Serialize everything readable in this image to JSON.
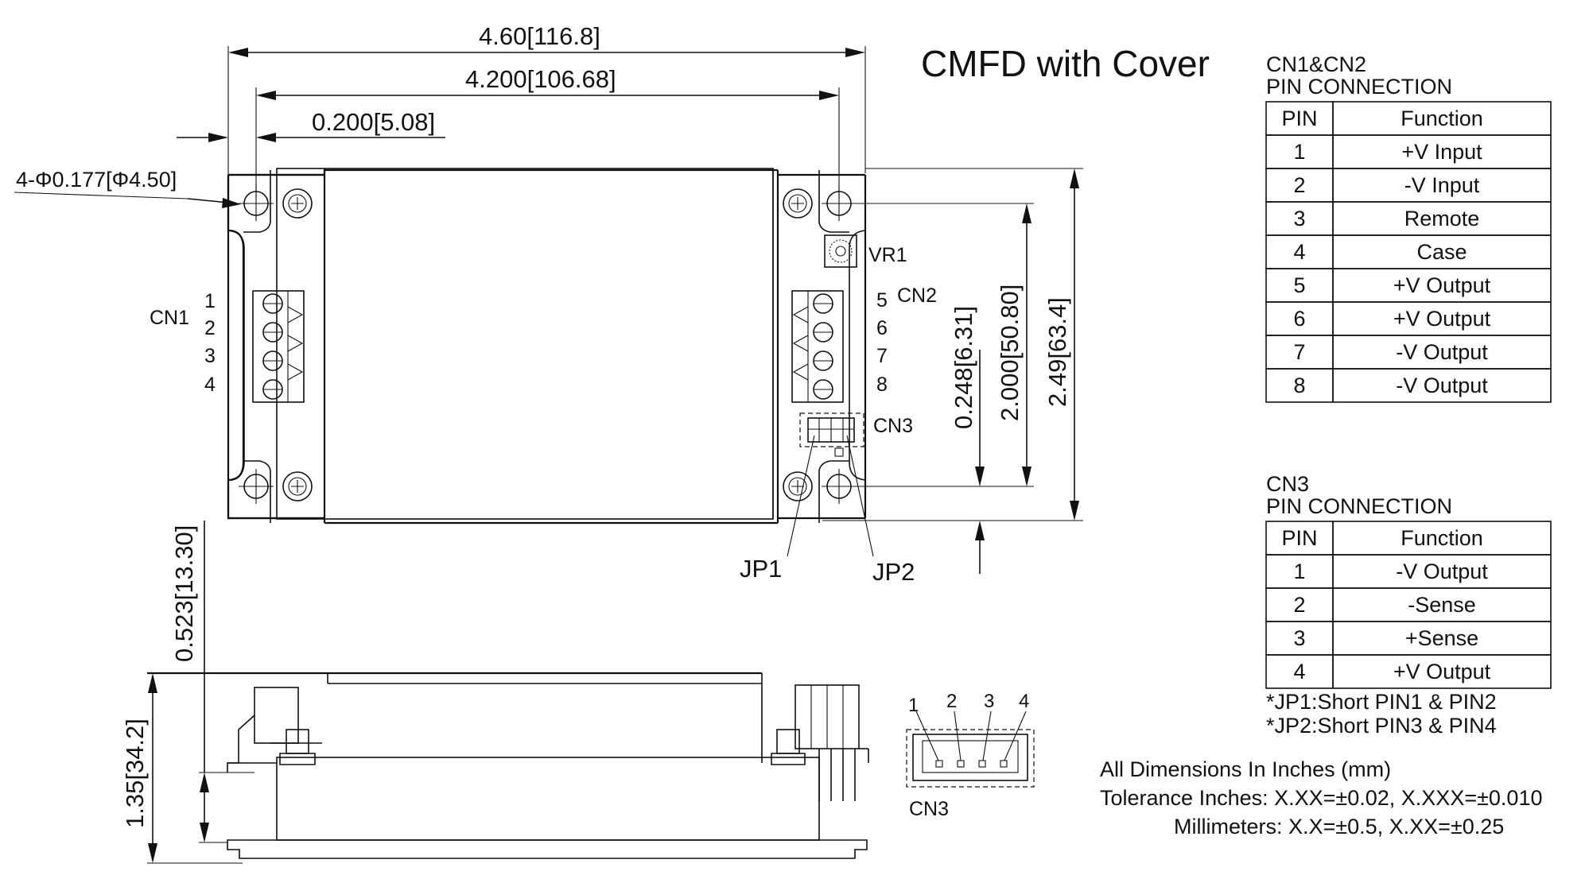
{
  "title": "CMFD with Cover",
  "dims": {
    "overall_width": "4.60[116.8]",
    "hole_spacing": "4.200[106.68]",
    "hole_offset": "0.200[5.08]",
    "mount_holes": "4-Φ0.177[Φ4.50]",
    "overall_height": "2.49[63.4]",
    "hole_vert_spacing": "2.000[50.80]",
    "bottom_offset": "0.248[6.31]",
    "side_offset": "0.523[13.30]",
    "side_height": "1.35[34.2]"
  },
  "labels": {
    "cn1": "CN1",
    "cn2": "CN2",
    "cn3": "CN3",
    "cn3_bottom": "CN3",
    "vr1": "VR1",
    "jp1": "JP1",
    "jp2": "JP2",
    "cn1_pins": [
      "1",
      "2",
      "3",
      "4"
    ],
    "cn2_pins": [
      "5",
      "6",
      "7",
      "8"
    ],
    "cn3_pins": [
      "1",
      "2",
      "3",
      "4"
    ]
  },
  "table1": {
    "title_line1": "CN1&CN2",
    "title_line2": "PIN CONNECTION",
    "headers": [
      "PIN",
      "Function"
    ],
    "rows": [
      [
        "1",
        "+V Input"
      ],
      [
        "2",
        "-V Input"
      ],
      [
        "3",
        "Remote"
      ],
      [
        "4",
        "Case"
      ],
      [
        "5",
        "+V Output"
      ],
      [
        "6",
        "+V Output"
      ],
      [
        "7",
        "-V Output"
      ],
      [
        "8",
        "-V Output"
      ]
    ]
  },
  "table2": {
    "title_line1": "CN3",
    "title_line2": "PIN CONNECTION",
    "headers": [
      "PIN",
      "Function"
    ],
    "rows": [
      [
        "1",
        "-V Output"
      ],
      [
        "2",
        "-Sense"
      ],
      [
        "3",
        "+Sense"
      ],
      [
        "4",
        "+V Output"
      ]
    ]
  },
  "notes": {
    "jp1": "*JP1:Short PIN1 & PIN2",
    "jp2": "*JP2:Short PIN3 & PIN4",
    "units": "All Dimensions In Inches (mm)",
    "tol_inch": "Tolerance  Inches: X.XX=±0.02, X.XXX=±0.010",
    "tol_mm": "Millimeters: X.X=±0.5, X.XX=±0.25"
  }
}
